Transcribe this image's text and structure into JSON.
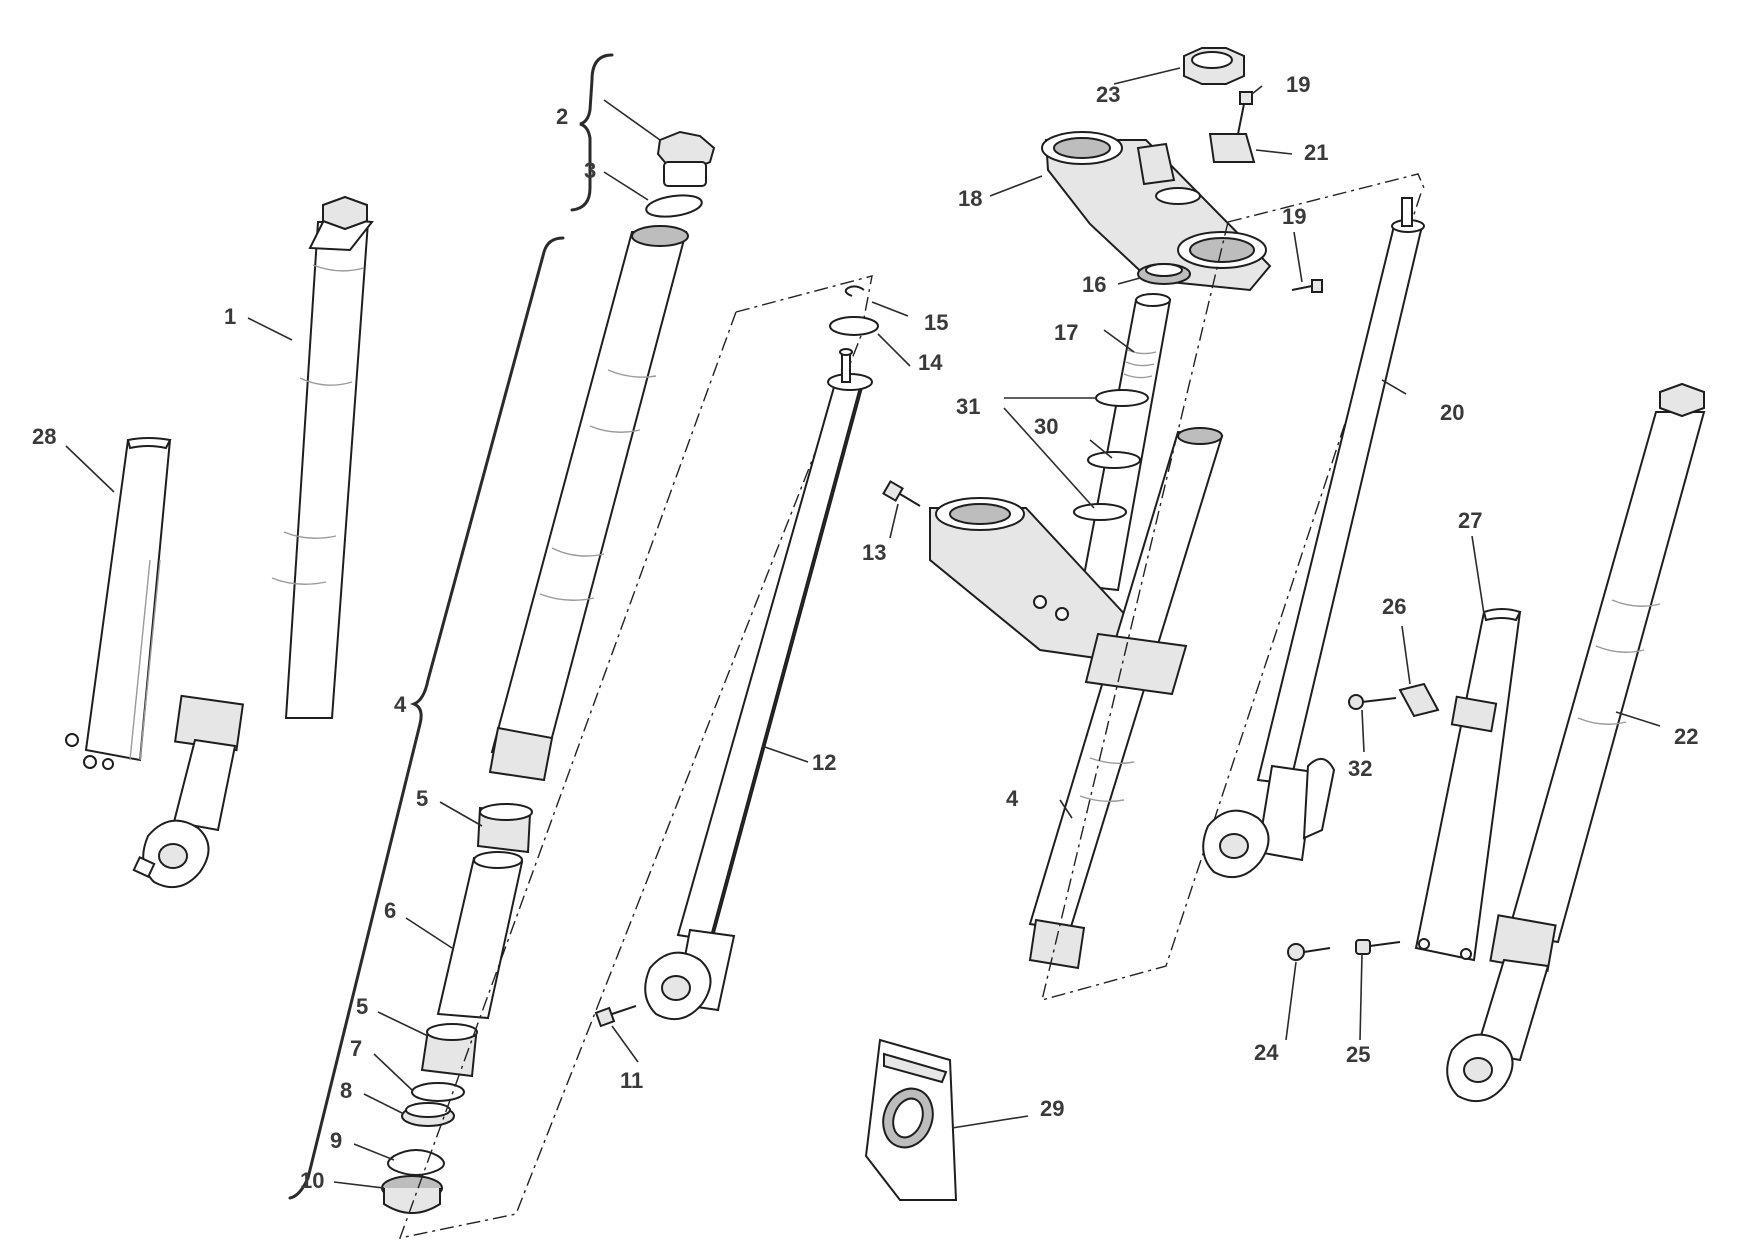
{
  "labels": {
    "l1": "1",
    "l2": "2",
    "l3": "3",
    "l4a": "4",
    "l4b": "4",
    "l5a": "5",
    "l5b": "5",
    "l6": "6",
    "l7": "7",
    "l8": "8",
    "l9": "9",
    "l10": "10",
    "l11": "11",
    "l12": "12",
    "l13": "13",
    "l14": "14",
    "l15": "15",
    "l16": "16",
    "l17": "17",
    "l18": "18",
    "l19a": "19",
    "l19b": "19",
    "l20": "20",
    "l21": "21",
    "l22": "22",
    "l23": "23",
    "l24": "24",
    "l25": "25",
    "l26": "26",
    "l27": "27",
    "l28": "28",
    "l29": "29",
    "l30": "30",
    "l31": "31",
    "l32": "32"
  }
}
